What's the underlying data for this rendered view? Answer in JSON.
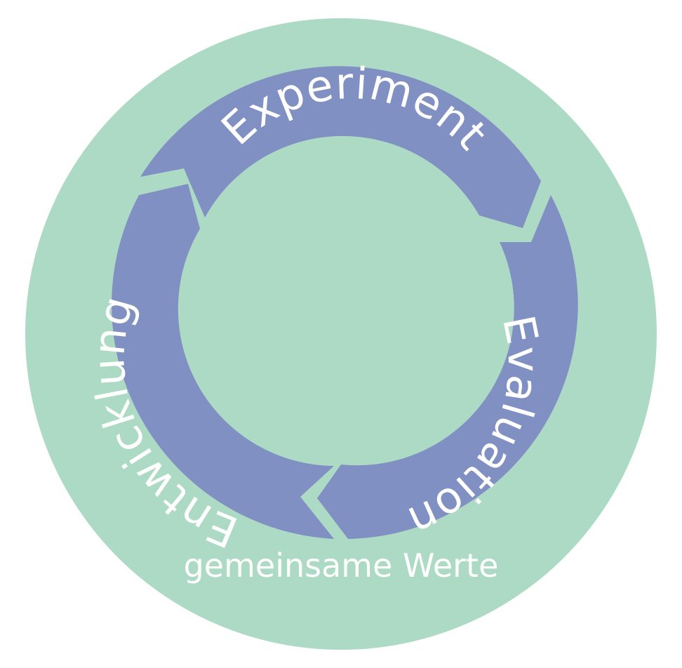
{
  "colors": {
    "outer_circle": "#acdac4",
    "cycle_ring": "#8190c2",
    "inner_circle": "#acdac4",
    "text": "#ffffff"
  },
  "cycle": {
    "stages": [
      {
        "label": "Experiment"
      },
      {
        "label": "Evaluation"
      },
      {
        "label": "Entwicklung"
      }
    ]
  },
  "base": {
    "label": "gemeinsame Werte"
  }
}
